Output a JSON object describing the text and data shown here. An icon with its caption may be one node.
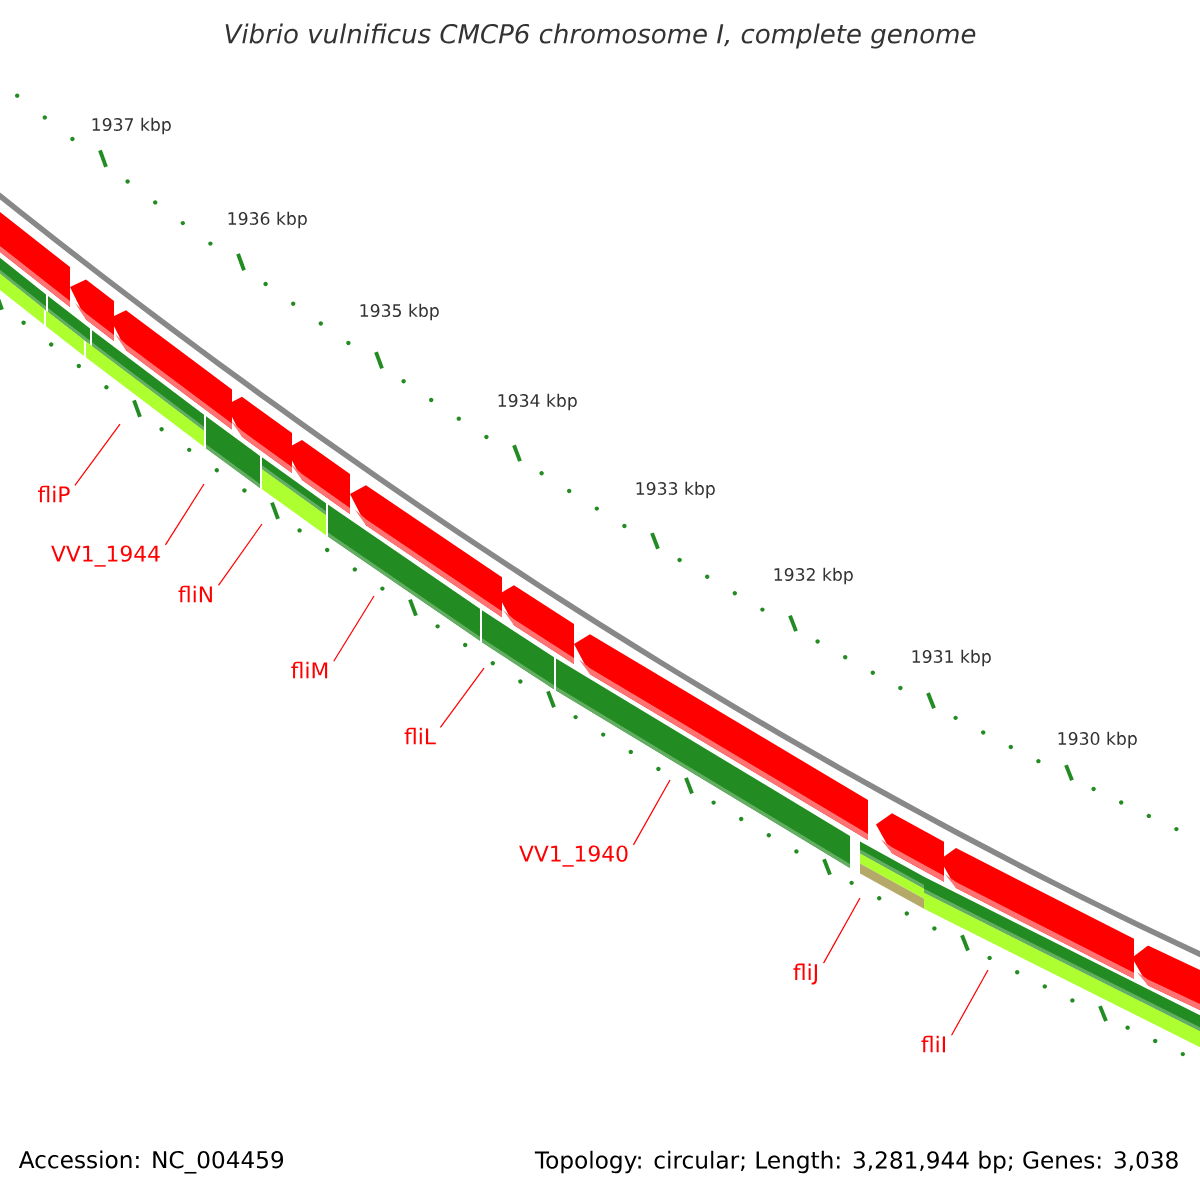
{
  "diagram": {
    "title": "Vibrio vulnificus CMCP6 chromosome I, complete genome",
    "nodes": [
      {
        "text": [
          "fliP"
        ]
      },
      {
        "text": [
          "VV1_1944"
        ]
      },
      {
        "text": [
          "fliN"
        ]
      },
      {
        "text": [
          "fliM"
        ]
      },
      {
        "text": [
          "fliL"
        ]
      },
      {
        "text": [
          "VV1_1940"
        ]
      },
      {
        "text": [
          "fliJ"
        ]
      },
      {
        "text": [
          "fliI"
        ]
      }
    ],
    "edges": [
      {
        "from": 0,
        "to": null,
        "arrow": "none"
      },
      {
        "from": 1,
        "to": null,
        "arrow": "none"
      },
      {
        "from": 2,
        "to": null,
        "arrow": "none"
      },
      {
        "from": 3,
        "to": null,
        "arrow": "none"
      },
      {
        "from": 4,
        "to": null,
        "arrow": "none"
      },
      {
        "from": 5,
        "to": null,
        "arrow": "none"
      },
      {
        "from": 6,
        "to": null,
        "arrow": "none"
      },
      {
        "from": 7,
        "to": null,
        "arrow": "none"
      }
    ],
    "labels": [
      "1937 kbp",
      "1936 kbp",
      "1935 kbp",
      "1934 kbp",
      "1933 kbp",
      "1932 kbp",
      "1931 kbp",
      "1930 kbp",
      "Accession: NC_004459",
      "Topology: circular; Length: 3,281,944 bp; Genes: 3,038"
    ]
  }
}
